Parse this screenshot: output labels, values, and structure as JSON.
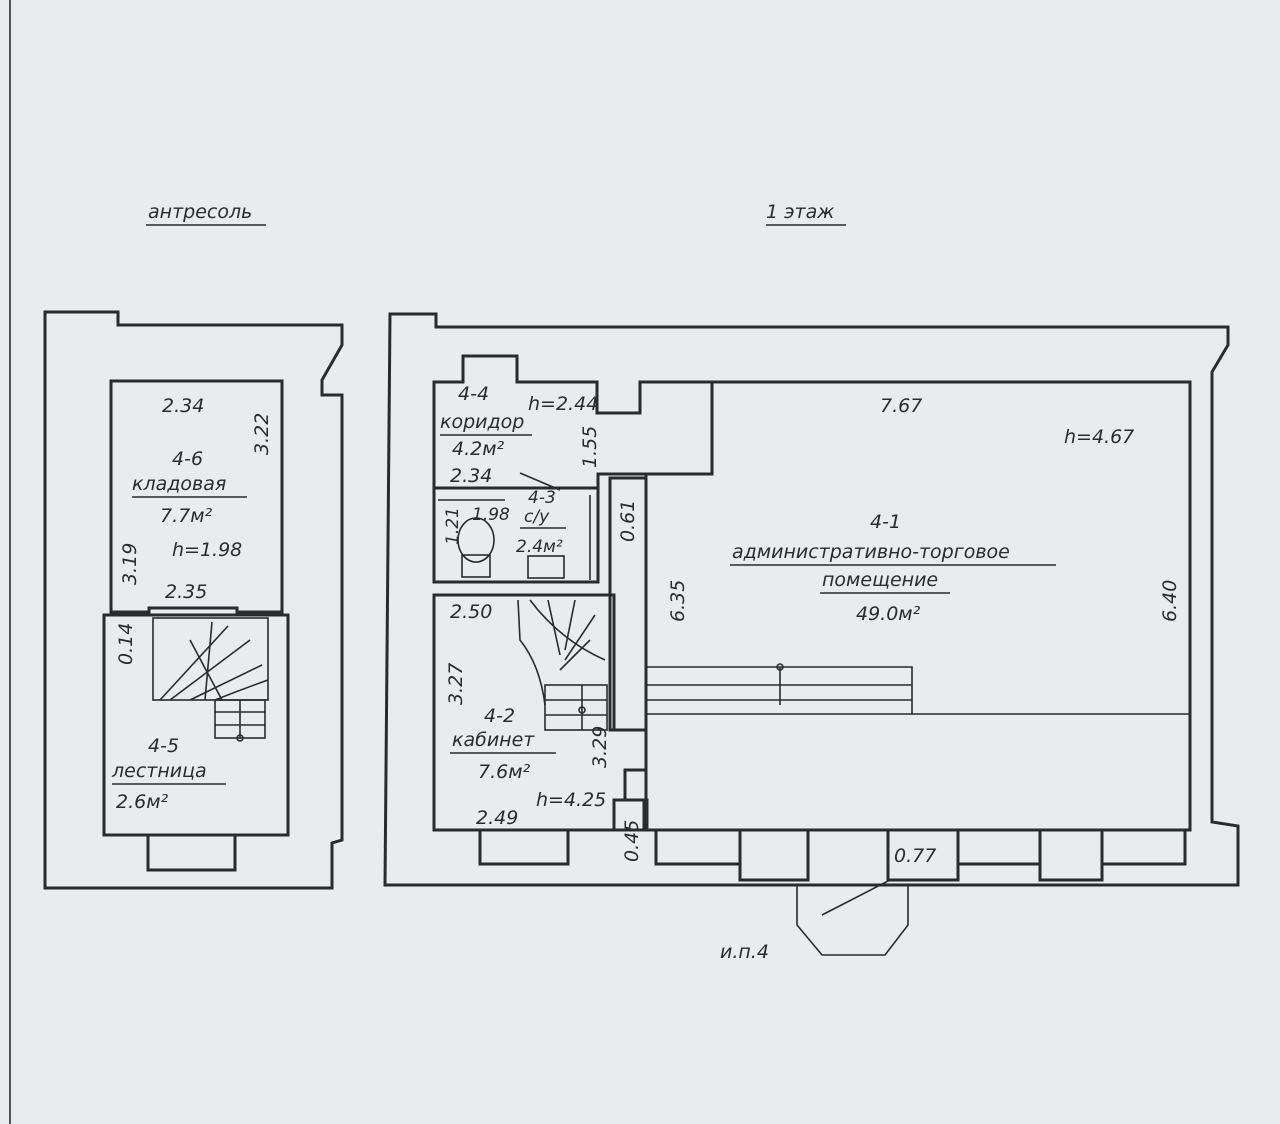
{
  "headers": {
    "mezzanine": "антресоль",
    "first_floor": "1 этаж"
  },
  "rooms": {
    "storage": {
      "number": "4-6",
      "name": "кладовая",
      "area": "7.7м²",
      "height": "h=1.98"
    },
    "stairs": {
      "number": "4-5",
      "name": "лестница",
      "area": "2.6м²"
    },
    "corridor": {
      "number": "4-4",
      "name": "коридор",
      "area": "4.2м²",
      "height": "h=2.44"
    },
    "wc": {
      "number": "4-3",
      "name": "с/у",
      "area": "2.4м²"
    },
    "office": {
      "number": "4-2",
      "name": "кабинет",
      "area": "7.6м²",
      "height": "h=4.25"
    },
    "main_hall": {
      "number": "4-1",
      "name_line1": "административно-торговое",
      "name_line2": "помещение",
      "area": "49.0м²",
      "height": "h=4.67"
    }
  },
  "dimensions": {
    "storage_top": "2.34",
    "storage_side": "3.22",
    "storage_left": "3.19",
    "storage_bottom": "2.35",
    "stair_gap": "0.14",
    "corridor_width": "2.34",
    "corridor_depth": "1.55",
    "wc_width": "1.98",
    "wc_depth": "1.21",
    "partition": "0.61",
    "office_top": "2.50",
    "office_left": "3.27",
    "office_right": "3.29",
    "office_bottom": "2.49",
    "hall_top": "7.67",
    "hall_left": "6.35",
    "hall_right": "6.40",
    "wall_depth": "0.45",
    "door_width": "0.77"
  },
  "entrance_label": "и.п.4"
}
